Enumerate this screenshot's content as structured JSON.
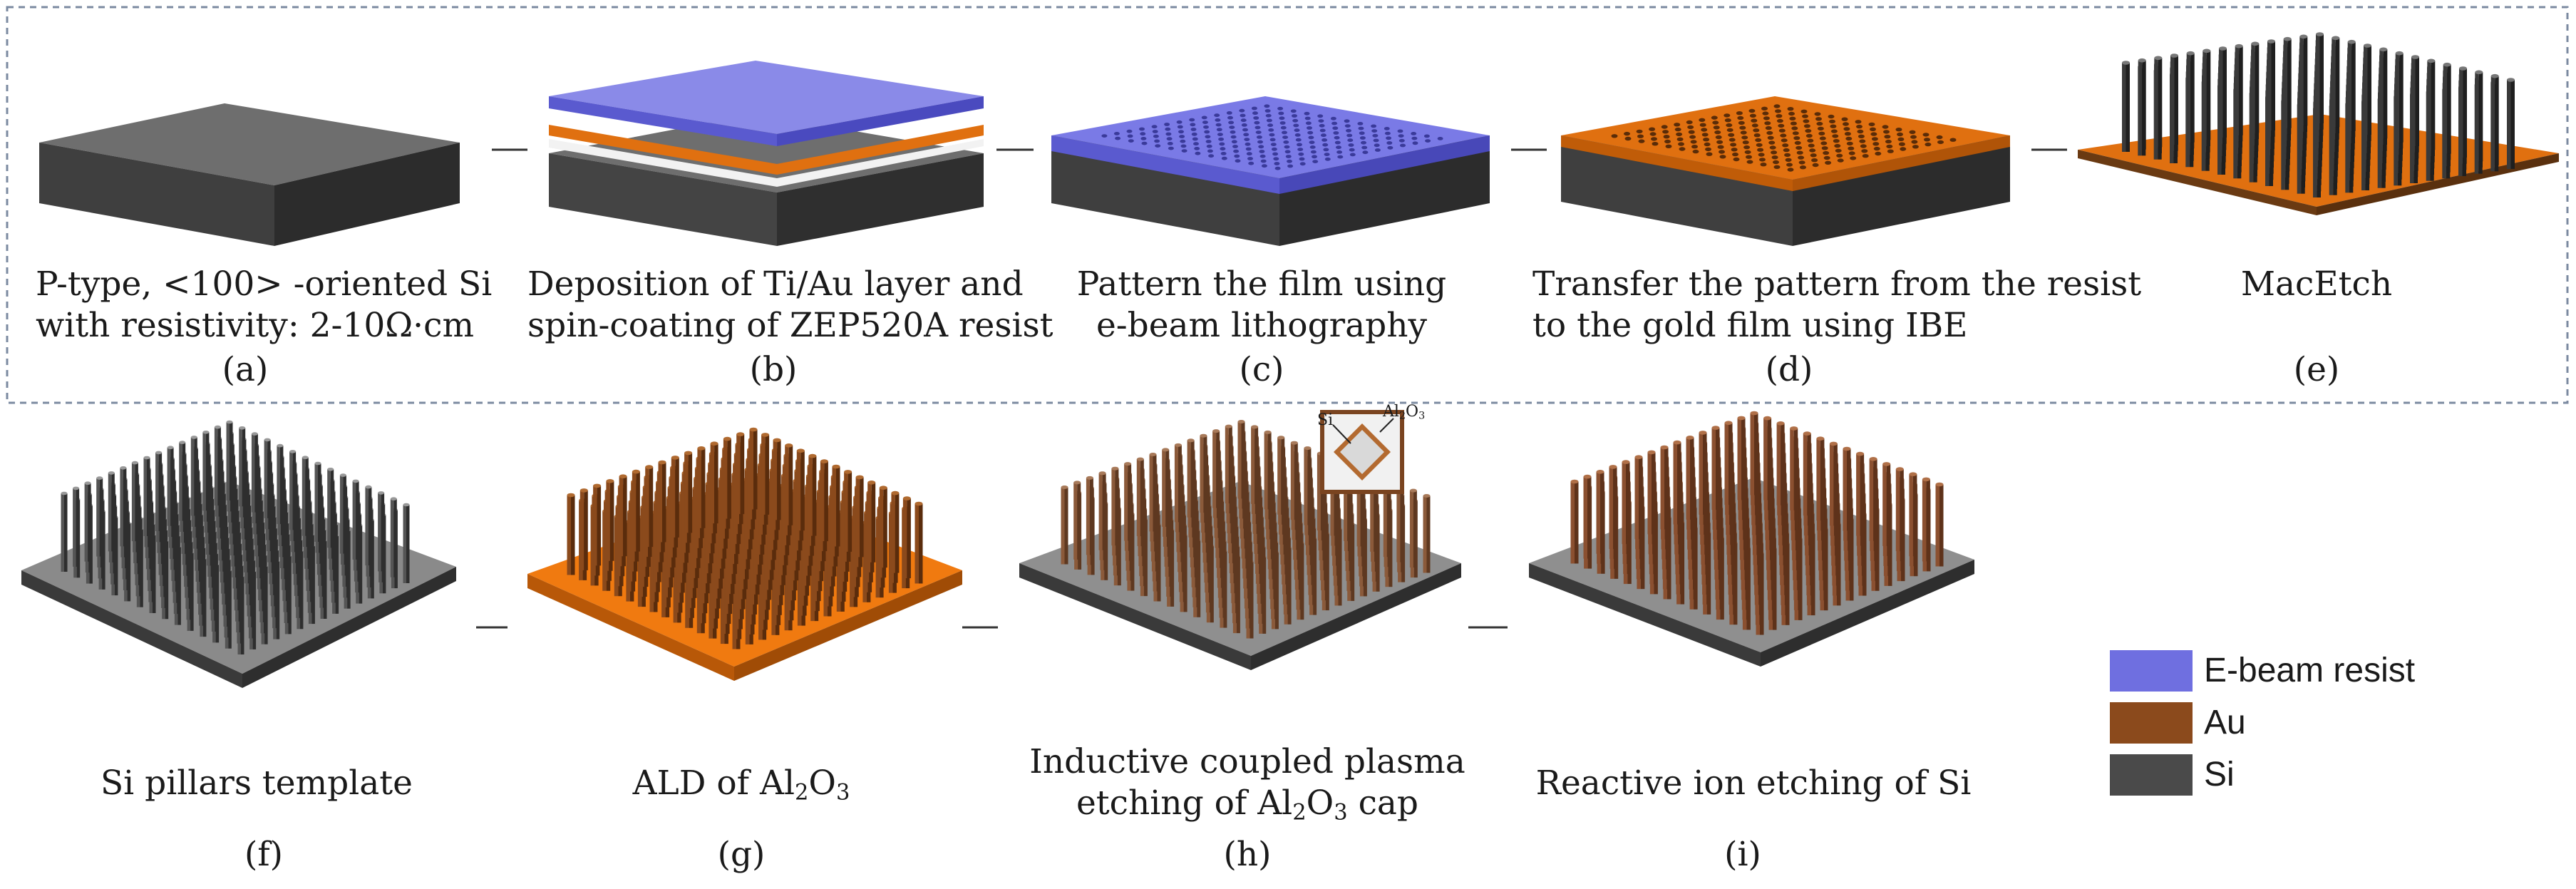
{
  "colors": {
    "resist": "#6f6fe0",
    "gold": "#e07010",
    "au_pillar": "#8b4a1c",
    "si_dark": "#4a4a4a",
    "si_light": "#8c8c8c",
    "frame": "#7b8aa0"
  },
  "steps": {
    "a": {
      "tag": "(a)",
      "line1": "P-type, <100> -oriented Si",
      "line2": "with resistivity: 2-10Ω·cm"
    },
    "b": {
      "tag": "(b)",
      "line1": "Deposition of Ti/Au layer and",
      "line2": "spin-coating of ZEP520A resist"
    },
    "c": {
      "tag": "(c)",
      "line1": "Pattern the film using",
      "line2": "e-beam lithography"
    },
    "d": {
      "tag": "(d)",
      "line1": "Transfer the pattern from the resist",
      "line2": "to the gold film using IBE"
    },
    "e": {
      "tag": "(e)",
      "line1": "MacEtch"
    },
    "f": {
      "tag": "(f)",
      "line1": "Si pillars template"
    },
    "g": {
      "tag": "(g)",
      "pre": "ALD of Al",
      "sub1": "2",
      "mid": "O",
      "sub2": "3"
    },
    "h": {
      "tag": "(h)",
      "line1": "Inductive coupled plasma",
      "pre2": "etching  of Al",
      "sub1": "2",
      "mid2": "O",
      "sub2": "3",
      "post2": " cap"
    },
    "i": {
      "tag": "(i)",
      "line1": "Reactive ion etching of Si"
    }
  },
  "inset": {
    "si": "Si",
    "al_pre": "Al",
    "al_sub1": "2",
    "al_mid": "O",
    "al_sub2": "3"
  },
  "legend": [
    {
      "label": "E-beam resist"
    },
    {
      "label": "Au"
    },
    {
      "label": "Si"
    }
  ]
}
